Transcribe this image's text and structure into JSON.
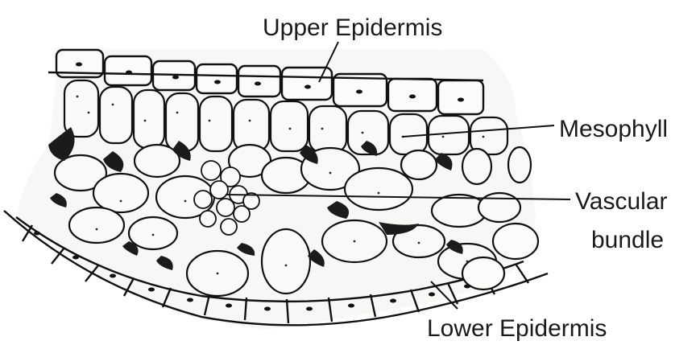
{
  "diagram": {
    "labels": {
      "upper_epidermis": "Upper Epidermis",
      "mesophyll": "Mesophyll",
      "vascular_line1": "Vascular",
      "vascular_line2": "bundle",
      "lower_epidermis": "Lower Epidermis"
    }
  }
}
